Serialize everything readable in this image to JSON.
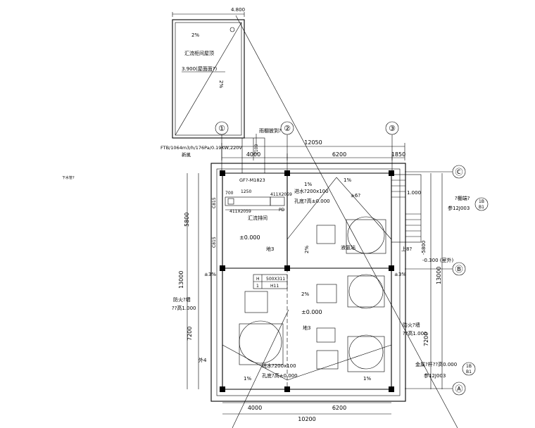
{
  "roof_box": {
    "top_dim": "4.800",
    "slope": "2%",
    "room": "汇流柜间屋顶",
    "elevation": "3.900(屋面面?)",
    "slope_right": "2%"
  },
  "axes": {
    "col1": "①",
    "col2": "②",
    "col3": "③",
    "rowA": "Ⓐ",
    "rowB": "Ⓑ",
    "rowC": "Ⓒ"
  },
  "top_dims": {
    "overall": "12050",
    "seg1": "4000",
    "seg2": "6200",
    "seg3": "1850",
    "small": "1100"
  },
  "bottom_dims": {
    "seg1": "4000",
    "seg2": "6200",
    "overall": "10200"
  },
  "left_dims": {
    "upper": "5800",
    "lower": "7200",
    "overall": "13000",
    "c815a": "C815",
    "c815b": "C815"
  },
  "right_dims": {
    "upper": "5800",
    "lower": "7200",
    "overall": "13000",
    "stair": "1.000"
  },
  "labels": {
    "fan_spec": "FTB/1064m3/h/176Pa/0.19KW,220V",
    "new_fan": "新風",
    "canopy": "雨棚披到?",
    "door": "GF?-M1823",
    "cabinet_dim": "1250",
    "dim_700": "700",
    "panel_411": "411X2059",
    "panel_411b": "411X2059",
    "pd": "PD",
    "room_name": "汇流排间",
    "elev_room": "±0.000",
    "floor3": "地3",
    "slope1": "1%",
    "pipe_hole": "进水?200x100",
    "hole_bottom": "孔底?高±0.000",
    "slope_mid": "2%",
    "slope_6": "±6?",
    "slope_r": "1%",
    "water_tank": "液氨站",
    "ramp": "上8?",
    "rain_shed": "?棚端?",
    "ref_12j": "参12J003",
    "elev_outdoor": "-0.300 (室外)",
    "neg5800": "-5800",
    "plus3": "±3%",
    "plus3b": "±3%",
    "h_label": "H",
    "h_val": "500X311",
    "one": "1",
    "one_val": "H11",
    "fire_wall_l": "防火?墙",
    "fire_h_l": "??高1.000",
    "slope_2pct": "2%",
    "elev_mid": "±0.000",
    "floor3b": "地3",
    "fire_wall_r": "防火?墙",
    "fire_h_r": "??高1.000",
    "outer4": "外4",
    "pipe2": "进水?200x100",
    "hole2": "孔底?高±0.000",
    "slope_b1": "1%",
    "slope_b2": "1%",
    "metal": "金属?杆??高0.000",
    "ref_bottom": "参12J003",
    "badge1": "1B",
    "badge1b": "B1",
    "badge2": "1B",
    "badge2b": "B1",
    "tiny_note": "下水管?"
  }
}
